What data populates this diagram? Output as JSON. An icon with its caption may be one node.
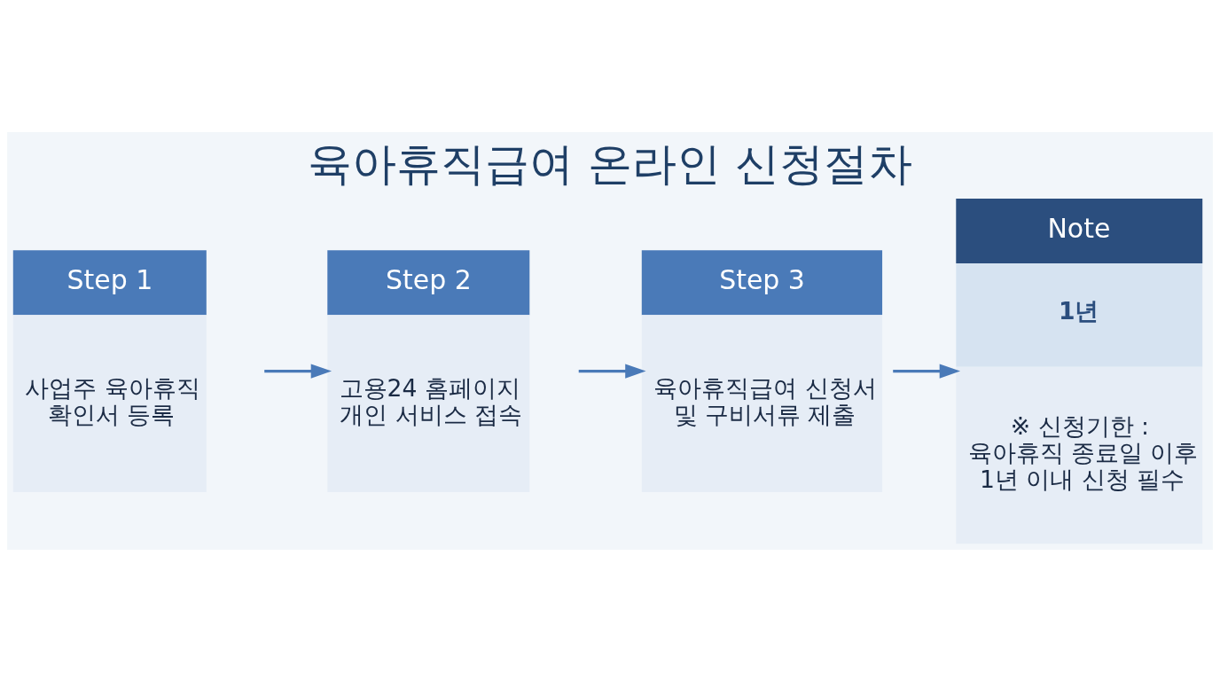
{
  "diagram": {
    "title": "육아휴직급여 온라인 신청절차",
    "nodes": [
      {
        "text": [
          "Step 1",
          "사업주 육아휴직 확인서 등록"
        ]
      },
      {
        "text": [
          "Step 2",
          "고용24 홈페이지 개인 서비스 접속"
        ]
      },
      {
        "text": [
          "Step 3",
          "육아휴직급여 신청서 및 구비서류 제출"
        ]
      },
      {
        "text": [
          "Note",
          "1년",
          "※ 신청기한 : 육아휴직 종료일 이후 1년 이내 신청 필수"
        ]
      }
    ],
    "edges": [
      {
        "from": 0,
        "to": 1,
        "arrow": "to"
      },
      {
        "from": 1,
        "to": 2,
        "arrow": "to"
      },
      {
        "from": 2,
        "to": 3,
        "arrow": "to"
      }
    ]
  }
}
